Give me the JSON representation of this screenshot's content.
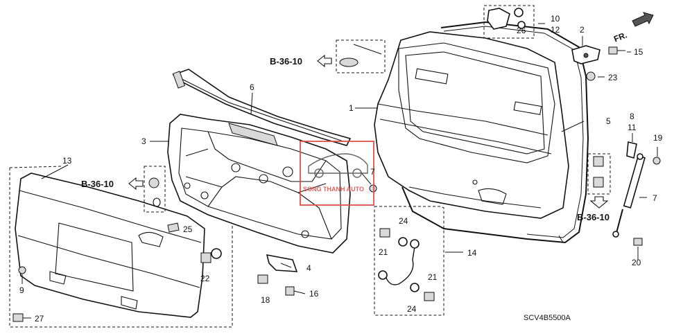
{
  "diagram": {
    "code": "SCV4B5500A",
    "direction_label": "FR.",
    "watermark": "SONG THANH AUTO",
    "ref_labels": [
      "B-36-10",
      "B-36-10",
      "B-36-10"
    ],
    "callouts": [
      {
        "id": "c1",
        "text": "1"
      },
      {
        "id": "c2",
        "text": "2"
      },
      {
        "id": "c3",
        "text": "3"
      },
      {
        "id": "c4",
        "text": "4"
      },
      {
        "id": "c5",
        "text": "5"
      },
      {
        "id": "c6",
        "text": "6"
      },
      {
        "id": "c7a",
        "text": "7"
      },
      {
        "id": "c7b",
        "text": "7"
      },
      {
        "id": "c8",
        "text": "8"
      },
      {
        "id": "c9",
        "text": "9"
      },
      {
        "id": "c10",
        "text": "10"
      },
      {
        "id": "c11",
        "text": "11"
      },
      {
        "id": "c12",
        "text": "12"
      },
      {
        "id": "c13",
        "text": "13"
      },
      {
        "id": "c14",
        "text": "14"
      },
      {
        "id": "c15",
        "text": "15"
      },
      {
        "id": "c16",
        "text": "16"
      },
      {
        "id": "c18",
        "text": "18"
      },
      {
        "id": "c19",
        "text": "19"
      },
      {
        "id": "c20",
        "text": "20"
      },
      {
        "id": "c21a",
        "text": "21"
      },
      {
        "id": "c21b",
        "text": "21"
      },
      {
        "id": "c22",
        "text": "22"
      },
      {
        "id": "c23",
        "text": "23"
      },
      {
        "id": "c24a",
        "text": "24"
      },
      {
        "id": "c24b",
        "text": "24"
      },
      {
        "id": "c25",
        "text": "25"
      },
      {
        "id": "c26",
        "text": "26"
      },
      {
        "id": "c27",
        "text": "27"
      }
    ]
  }
}
